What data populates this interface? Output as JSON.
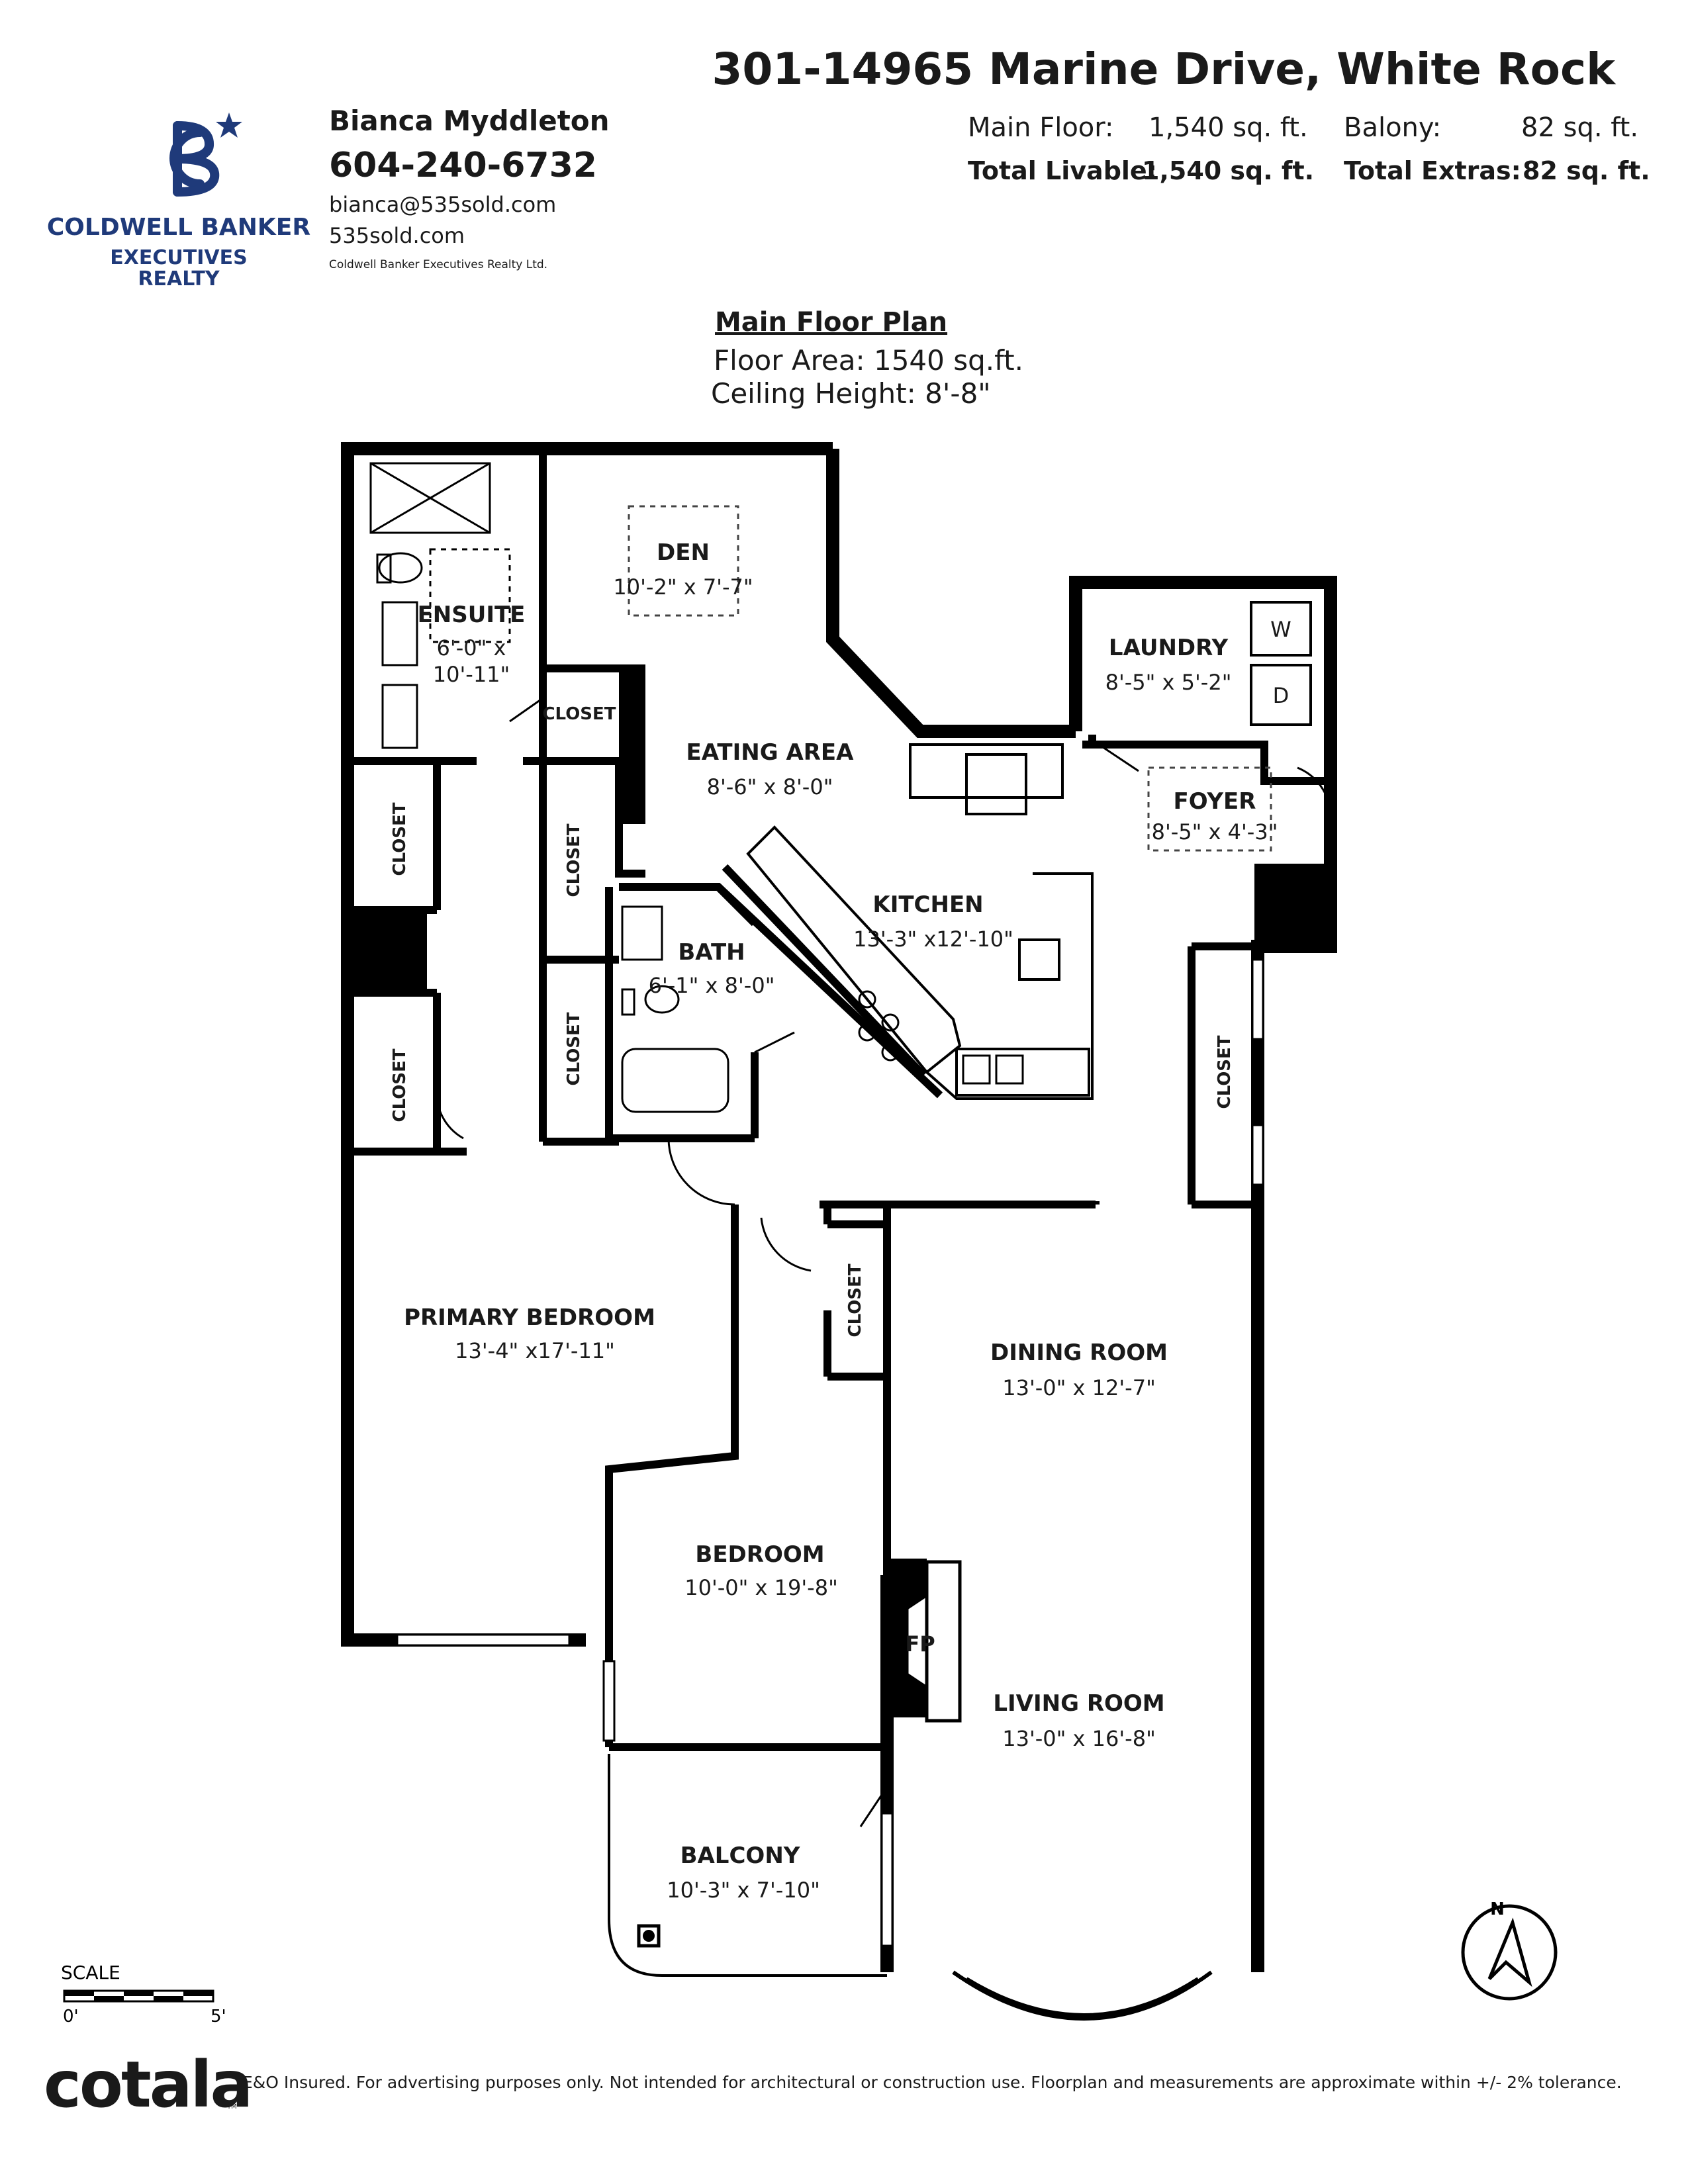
{
  "brand": {
    "logo_lines": [
      "COLDWELL BANKER",
      "EXECUTIVES",
      "REALTY"
    ],
    "logo_color": "#1f3a7a"
  },
  "agent": {
    "name": "Bianca Myddleton",
    "phone": "604-240-6732",
    "email": "bianca@535sold.com",
    "website": "535sold.com",
    "brokerage": "Coldwell Banker Executives Realty Ltd."
  },
  "listing": {
    "address": "301-14965 Marine Drive, White Rock",
    "main_floor_label": "Main Floor:",
    "main_floor_value": "1,540 sq. ft.",
    "balcony_label": "Balony:",
    "balcony_value": "82 sq. ft.",
    "total_livable_label": "Total Livable:",
    "total_livable_value": "1,540 sq. ft.",
    "total_extras_label": "Total Extras:",
    "total_extras_value": "82 sq. ft."
  },
  "plan": {
    "title": "Main Floor Plan",
    "floor_area": "Floor Area: 1540 sq.ft.",
    "ceiling_height": "Ceiling Height: 8'-8\""
  },
  "rooms": {
    "den": {
      "name": "DEN",
      "dims": "10'-2\" x 7'-7\""
    },
    "ensuite": {
      "name": "ENSUITE",
      "dims1": "6'-0\" x",
      "dims2": "10'-11\""
    },
    "laundry": {
      "name": "LAUNDRY",
      "dims": "8'-5\" x 5'-2\""
    },
    "eating": {
      "name": "EATING AREA",
      "dims": "8'-6\" x 8'-0\""
    },
    "foyer": {
      "name": "FOYER",
      "dims": "8'-5\" x 4'-3\""
    },
    "kitchen": {
      "name": "KITCHEN",
      "dims": "13'-3\" x12'-10\""
    },
    "bath": {
      "name": "BATH",
      "dims": "6'-1\" x 8'-0\""
    },
    "primary": {
      "name": "PRIMARY BEDROOM",
      "dims": "13'-4\" x17'-11\""
    },
    "dining": {
      "name": "DINING ROOM",
      "dims": "13'-0\" x 12'-7\""
    },
    "bedroom": {
      "name": "BEDROOM",
      "dims": "10'-0\" x 19'-8\""
    },
    "living": {
      "name": "LIVING ROOM",
      "dims": "13'-0\" x 16'-8\""
    },
    "balcony": {
      "name": "BALCONY",
      "dims": "10'-3\" x 7'-10\""
    }
  },
  "labels": {
    "closet": "CLOSET",
    "fp": "FP",
    "washer": "W",
    "dryer": "D"
  },
  "scale": {
    "label": "SCALE",
    "start": "0'",
    "end": "5'"
  },
  "compass": {
    "north": "N"
  },
  "footer": {
    "logo": "cotala",
    "tm": "TM",
    "disclaimer": "E&O Insured. For advertising purposes only. Not intended for architectural or construction use. Floorplan and measurements are approximate within +/- 2% tolerance."
  }
}
